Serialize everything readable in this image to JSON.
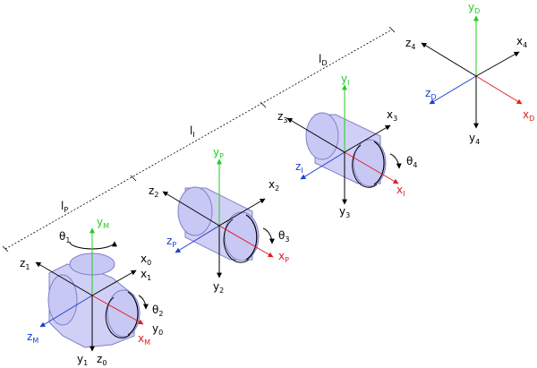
{
  "colors": {
    "black": "#000000",
    "green": "#22cc22",
    "red": "#e02020",
    "blue": "#2040d0",
    "cyl_fill": "#c8c8f5",
    "cyl_stroke": "#7f7fc8"
  },
  "labels": {
    "y_D": "y",
    "y_D_sub": "D",
    "z_4": "z",
    "z_4_sub": "4",
    "x_4": "x",
    "x_4_sub": "4",
    "l_D": "l",
    "l_D_sub": "D",
    "z_D": "z",
    "z_D_sub": "D",
    "x_D": "x",
    "x_D_sub": "D",
    "y_4": "y",
    "y_4_sub": "4",
    "y_I": "y",
    "y_I_sub": "I",
    "z_3": "z",
    "z_3_sub": "3",
    "x_3": "x",
    "x_3_sub": "3",
    "z_I": "z",
    "z_I_sub": "I",
    "theta_4": "θ",
    "theta_4_sub": "4",
    "x_I": "x",
    "x_I_sub": "I",
    "y_3": "y",
    "y_3_sub": "3",
    "l_I": "l",
    "l_I_sub": "I",
    "y_P": "y",
    "y_P_sub": "P",
    "z_2": "z",
    "z_2_sub": "2",
    "x_2": "x",
    "x_2_sub": "2",
    "z_P": "z",
    "z_P_sub": "P",
    "theta_3": "θ",
    "theta_3_sub": "3",
    "x_P": "x",
    "x_P_sub": "P",
    "y_2": "y",
    "y_2_sub": "2",
    "l_P": "l",
    "l_P_sub": "P",
    "theta_1": "θ",
    "theta_1_sub": "1",
    "y_M": "y",
    "y_M_sub": "M",
    "z_1": "z",
    "z_1_sub": "1",
    "x_0": "x",
    "x_0_sub": "0",
    "x_1": "x",
    "x_1_sub": "1",
    "theta_2": "θ",
    "theta_2_sub": "2",
    "y_0": "y",
    "y_0_sub": "0",
    "z_M": "z",
    "z_M_sub": "M",
    "x_M": "x",
    "x_M_sub": "M",
    "y_1": "y",
    "y_1_sub": "1",
    "z_0": "z",
    "z_0_sub": "0"
  }
}
